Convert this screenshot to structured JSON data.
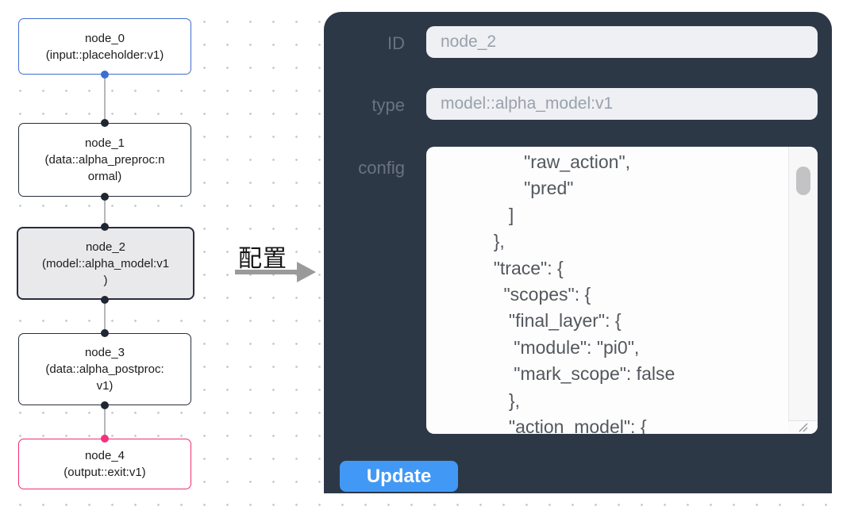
{
  "flow": {
    "nodes": [
      {
        "name": "node_0",
        "type": "input::placeholder:v1",
        "label_lines": [
          "node_0",
          "(input::placeholder:v1)"
        ],
        "state": "input"
      },
      {
        "name": "node_1",
        "type": "data::alpha_preproc:normal",
        "label_lines": [
          "node_1",
          "(data::alpha_preproc:n",
          "ormal)"
        ],
        "state": "default"
      },
      {
        "name": "node_2",
        "type": "model::alpha_model:v1",
        "label_lines": [
          "node_2",
          "(model::alpha_model:v1",
          ")"
        ],
        "state": "selected"
      },
      {
        "name": "node_3",
        "type": "data::alpha_postproc:v1",
        "label_lines": [
          "node_3",
          "(data::alpha_postproc:",
          "v1)"
        ],
        "state": "default"
      },
      {
        "name": "node_4",
        "type": "output::exit:v1",
        "label_lines": [
          "node_4",
          "(output::exit:v1)"
        ],
        "state": "output"
      }
    ]
  },
  "transfer": {
    "label": "配置"
  },
  "panel": {
    "fields": {
      "id_label": "ID",
      "id_value": "node_2",
      "type_label": "type",
      "type_value": "model::alpha_model:v1",
      "config_label": "config",
      "config_lines": [
        "             \"raw_action\",",
        "             \"pred\"",
        "          ]",
        "       },",
        "       \"trace\": {",
        "         \"scopes\": {",
        "          \"final_layer\": {",
        "           \"module\": \"pi0\",",
        "           \"mark_scope\": false",
        "          },",
        "          \"action_model\": {"
      ]
    },
    "update_button": "Update"
  },
  "colors": {
    "panel_background": "#2d3847",
    "accent_blue": "#4199f5",
    "node_input_blue": "#3f6fd0",
    "node_output_pink": "#ee2d72",
    "node_border_dark": "#272e3c",
    "selected_node_fill": "#e9e9ec"
  }
}
